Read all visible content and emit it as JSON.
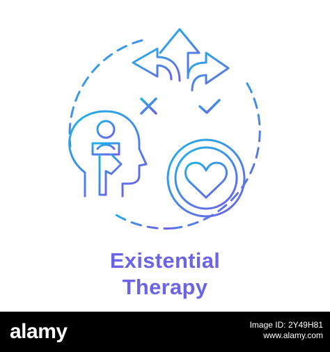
{
  "caption": {
    "line1": "Existential",
    "line2": "Therapy"
  },
  "colors": {
    "gradient_start": "#22aee6",
    "gradient_end": "#6b64e6",
    "footer_bg": "#000000",
    "footer_text": "#ffffff"
  },
  "icons": {
    "circle": "dashed-circle-icon",
    "arrows": "three-way-arrows-icon",
    "cross": "cross-mark-icon",
    "check": "check-mark-icon",
    "person": "head-with-yoga-pose-icon",
    "target": "heart-target-icon"
  },
  "footer": {
    "logo": "alamy",
    "image_id_label": "Image ID: 2Y49H81",
    "url": "www.alamy.com"
  }
}
